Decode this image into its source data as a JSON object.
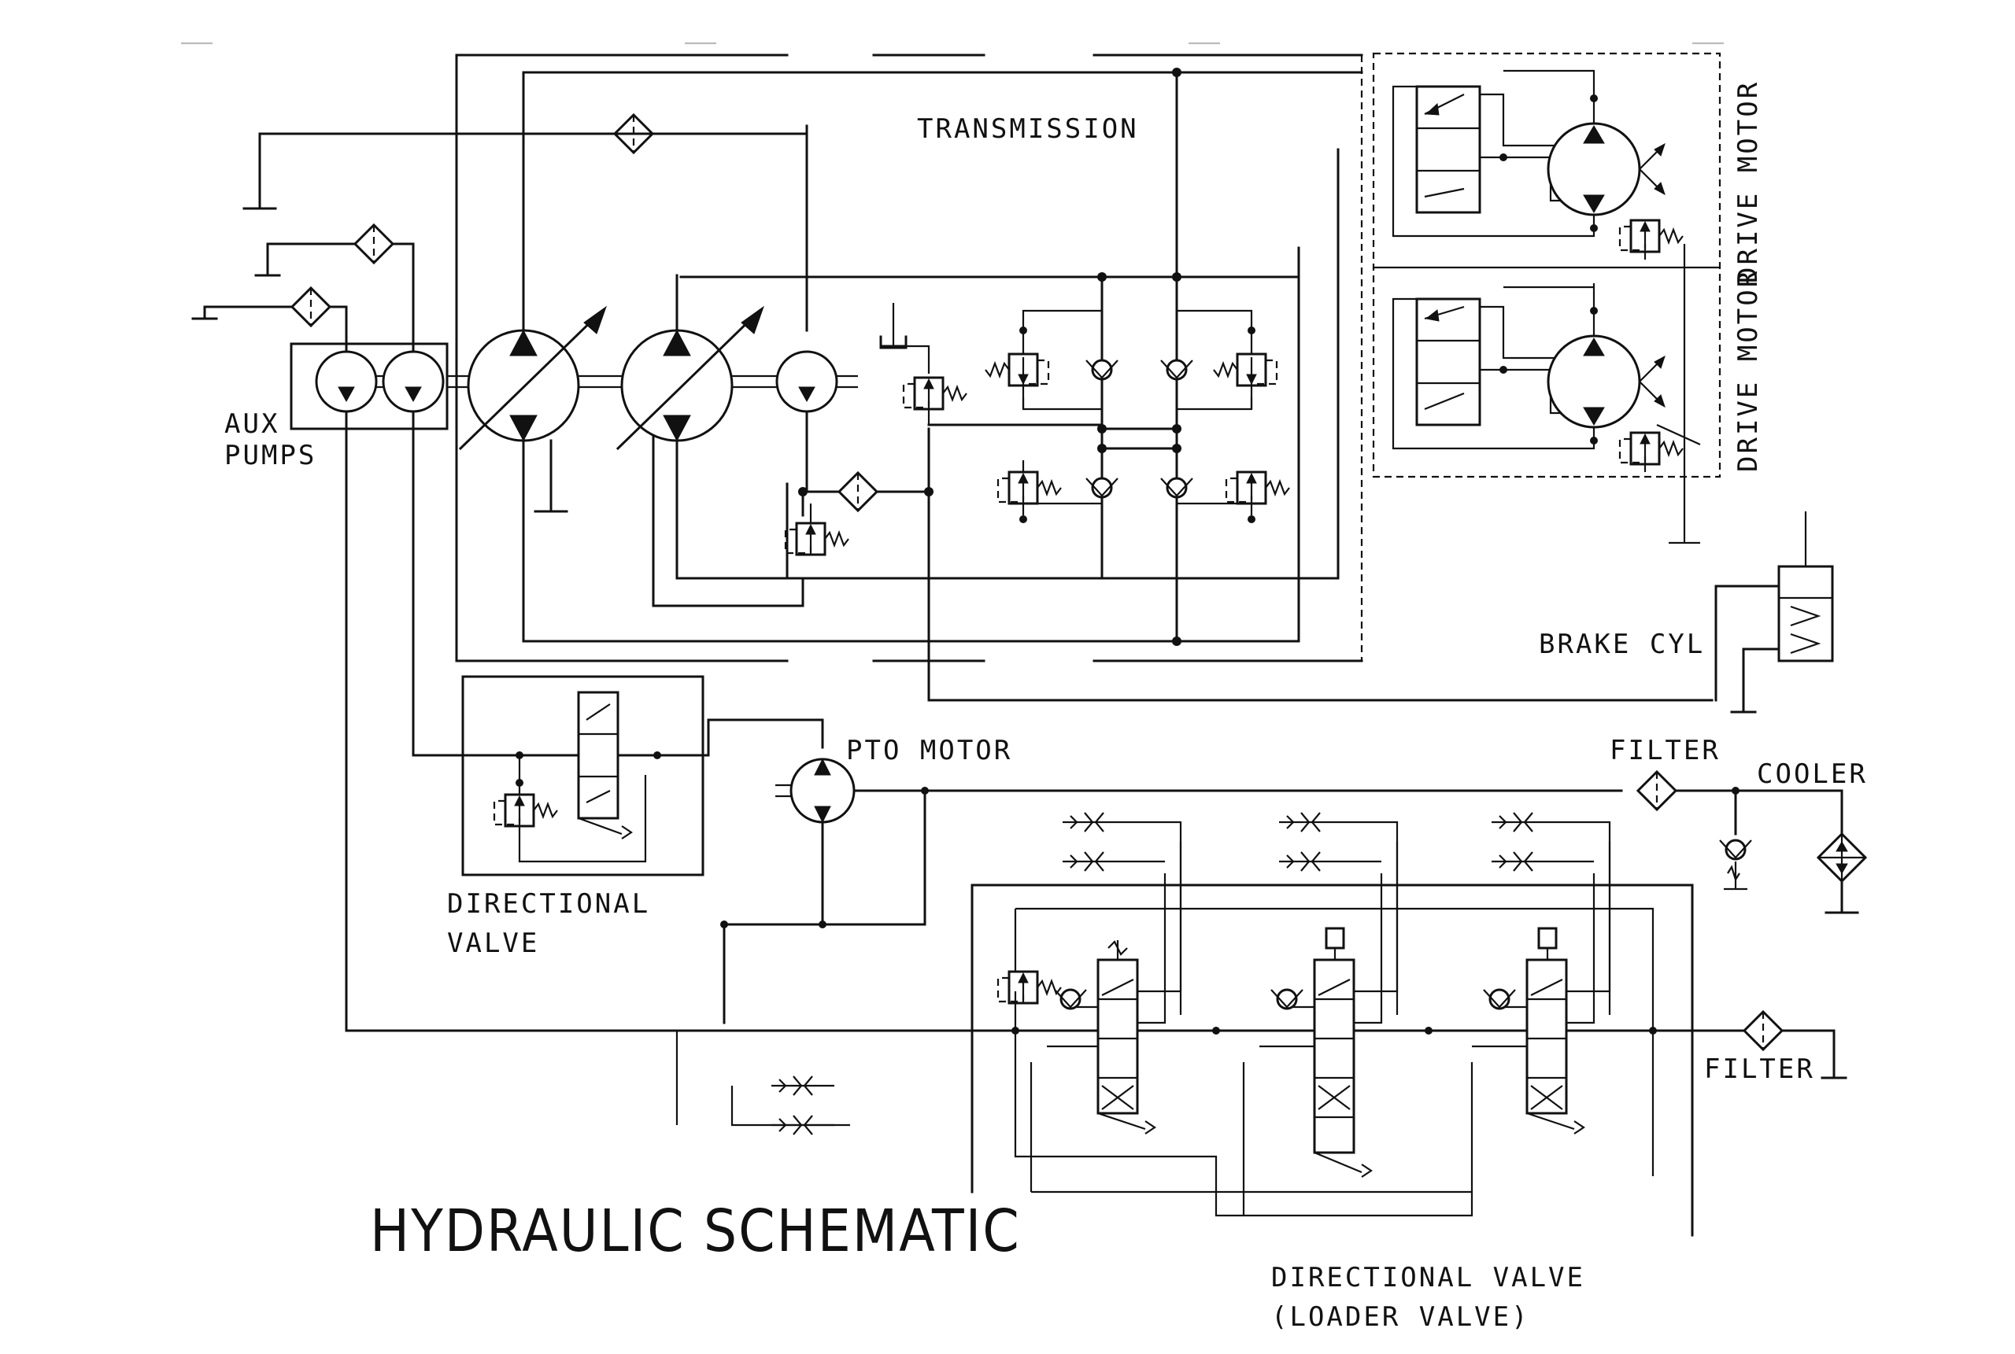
{
  "labels": {
    "transmission": "TRANSMISSION",
    "aux_pumps_line1": "AUX",
    "aux_pumps_line2": "PUMPS",
    "drive_motor_1": "DRIVE MOTOR",
    "drive_motor_2": "DRIVE MOTOR",
    "brake_cyl": "BRAKE CYL",
    "pto_motor": "PTO MOTOR",
    "filter_upper": "FILTER",
    "cooler": "COOLER",
    "filter_lower": "FILTER",
    "directional_valve_line1": "DIRECTIONAL",
    "directional_valve_line2": "VALVE",
    "title": "HYDRAULIC SCHEMATIC",
    "loader_valve_line1": "DIRECTIONAL VALVE",
    "loader_valve_line2": "(LOADER VALVE)"
  }
}
